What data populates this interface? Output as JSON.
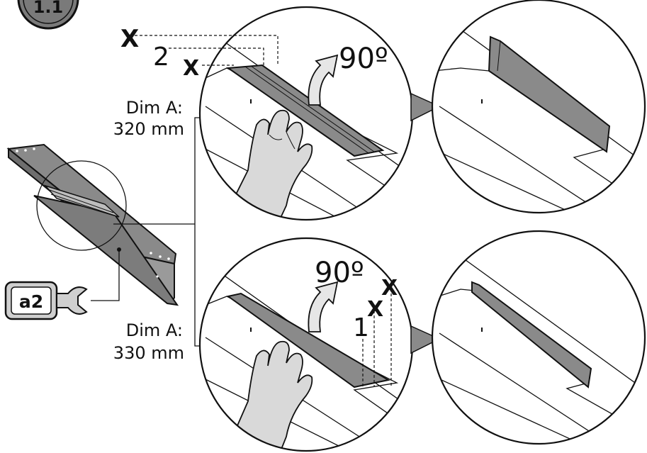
{
  "step_badge": {
    "number": "1.1"
  },
  "tool_badge": {
    "label": "a2",
    "icon": "wrench-icon"
  },
  "variants": [
    {
      "dim_label": "Dim A:",
      "dim_value": "320 mm",
      "bend_angle": "90º",
      "excluded_marker_count": "2",
      "excluded_marker_glyph": "X",
      "bend_direction": "up"
    },
    {
      "dim_label": "Dim A:",
      "dim_value": "330 mm",
      "bend_angle": "90º",
      "excluded_marker_count": "1",
      "excluded_marker_glyph": "X",
      "bend_direction": "up"
    }
  ],
  "colors": {
    "outline": "#111111",
    "panel_fill": "#8a8a8a",
    "panel_dark": "#6e6e6e",
    "arrow_fill": "#e6e6e6",
    "badge_fill": "#7a7a7a",
    "tool_fill": "#cfcfcf",
    "skin_fill": "#d9d9d9"
  }
}
